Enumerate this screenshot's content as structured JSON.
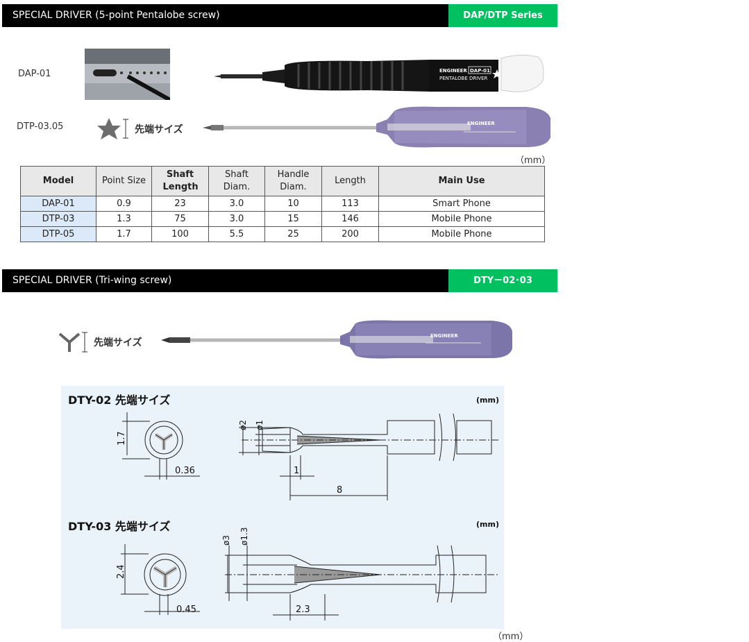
{
  "section1": {
    "title": "SPECIAL DRIVER (5-point Pentalobe screw)",
    "badge": "DAP/DTP Series",
    "label_dap": "DAP-01",
    "label_dtp": "DTP-03.05",
    "tip_size_label": "先端サイズ",
    "dap_brand": "ENGINEER",
    "dap_model": "DAP-01",
    "dap_name": "PENTALOBE DRIVER",
    "dtp_brand": "ENGINEER",
    "unit": "（mm）"
  },
  "table": {
    "headers": [
      "Model",
      "Point Size",
      "Shaft Length",
      "Shaft Diam.",
      "Handle Diam.",
      "Length",
      "Main Use"
    ],
    "rows": [
      [
        "DAP-01",
        "0.9",
        "23",
        "3.0",
        "10",
        "113",
        "Smart Phone"
      ],
      [
        "DTP-03",
        "1.3",
        "75",
        "3.0",
        "15",
        "146",
        "Mobile Phone"
      ],
      [
        "DTP-05",
        "1.7",
        "100",
        "5.5",
        "25",
        "200",
        "Mobile Phone"
      ]
    ]
  },
  "section2": {
    "title": "SPECIAL DRIVER (Tri-wing screw)",
    "badge": "DTY－02･03",
    "tip_size_label": "先端サイズ",
    "brand": "ENGINEER",
    "unit": "（mm）"
  },
  "diagram": {
    "dty02_title": "DTY-02  先端サイズ",
    "dty02_unit": "(mm)",
    "dty02_dims": {
      "tip": "1.7",
      "wing": "0.36",
      "d_outer": "ø2",
      "d_inner": "ø1",
      "step": "1",
      "length": "8"
    },
    "dty03_title": "DTY-03  先端サイズ",
    "dty03_unit": "(mm)",
    "dty03_dims": {
      "tip": "2.4",
      "wing": "0.45",
      "d_outer": "ø3",
      "d_inner": "ø1.3",
      "length": "2.3"
    }
  }
}
